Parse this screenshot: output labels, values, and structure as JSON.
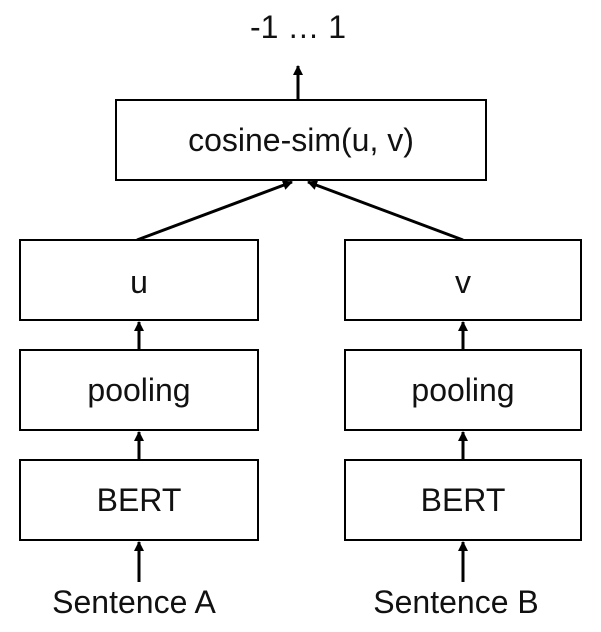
{
  "diagram": {
    "output_range": "-1 … 1",
    "cosine": "cosine-sim(u, v)",
    "left": {
      "embedding": "u",
      "pooling": "pooling",
      "encoder": "BERT",
      "input": "Sentence A"
    },
    "right": {
      "embedding": "v",
      "pooling": "pooling",
      "encoder": "BERT",
      "input": "Sentence B"
    }
  }
}
